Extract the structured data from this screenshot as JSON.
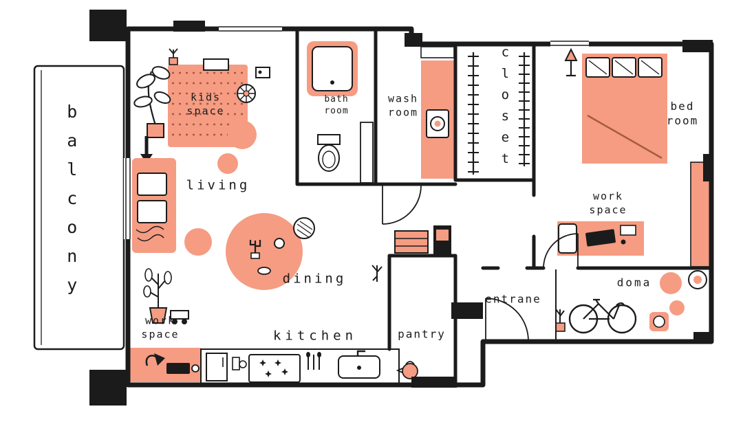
{
  "meta": {
    "title": "hand-drawn apartment floor plan illustration"
  },
  "palette": {
    "accent": "#F59C83",
    "accent_dark": "#A65A41",
    "ink": "#1B1B1B",
    "paper": "#FFFFFF"
  },
  "rooms": {
    "balcony": "balcony",
    "kids_space": "kids\nspace",
    "living": "living",
    "dining": "dining",
    "kitchen": "kitchen",
    "pantry": "pantry",
    "work_space_left": "work\nspace",
    "bath_room": "bath\nroom",
    "wash_room": "wash\nroom",
    "closet": "closet",
    "bed_room": "bed\nroom",
    "work_space_right": "work\nspace",
    "entrance": "entrane",
    "doma": "doma"
  },
  "furniture": [
    "play-rug",
    "kids-mini-table",
    "toy-wheel",
    "floor-cushions",
    "sofa",
    "tall-plant",
    "fiddle-leaf-plant",
    "toy-truck",
    "round-dining-table",
    "rattan-chair",
    "desk-lamp",
    "laptop",
    "kitchen-counter",
    "fridge-cabinet",
    "stove-burners",
    "sink",
    "kettle",
    "bathtub",
    "toilet",
    "washing-machine",
    "hanger-racks",
    "double-bed",
    "pillows",
    "floor-lamp",
    "work-desk",
    "desk-chair",
    "bicycle",
    "storage-boxes",
    "herb-sprig",
    "round-rugs",
    "shelf-strip",
    "entry-arrow"
  ]
}
